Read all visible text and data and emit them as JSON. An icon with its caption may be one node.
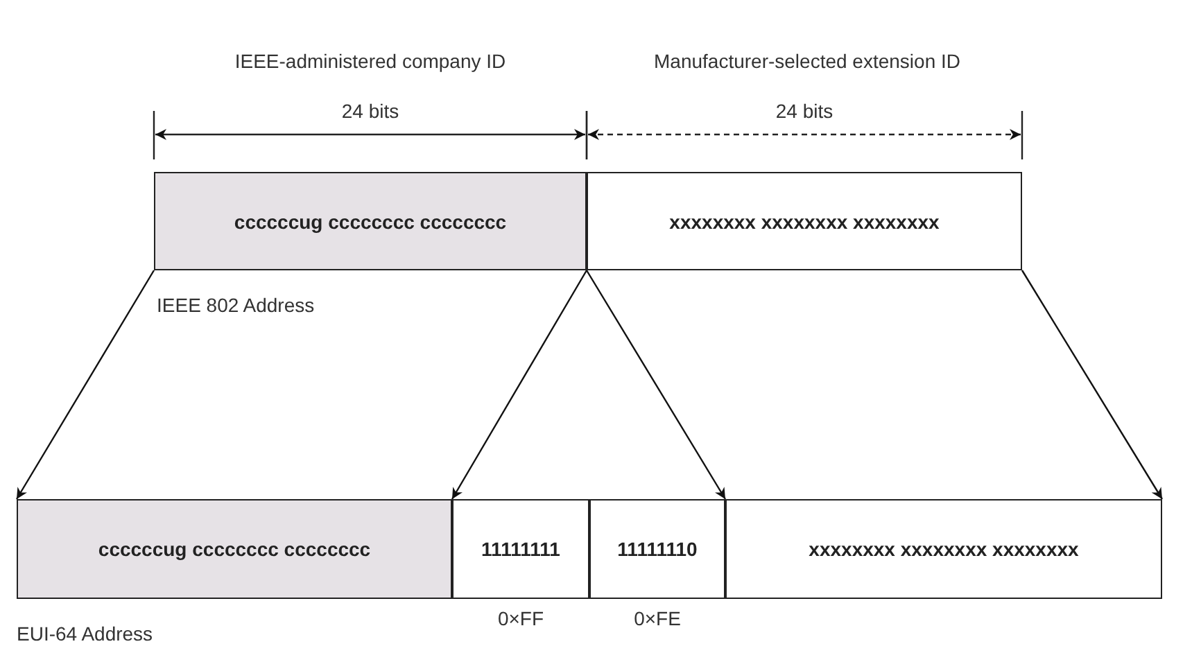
{
  "diagram": {
    "nodes": [
      {
        "text": [
          "ccccccug cccccccc cccccccc"
        ]
      },
      {
        "text": [
          "xxxxxxxx xxxxxxxx xxxxxxxx"
        ]
      },
      {
        "text": [
          "ccccccug cccccccc cccccccc"
        ]
      },
      {
        "text": [
          "11111111"
        ],
        "beside": [
          "0×FF"
        ]
      },
      {
        "text": [
          "11111110"
        ],
        "beside": [
          "0×FE"
        ]
      },
      {
        "text": [
          "xxxxxxxx xxxxxxxx xxxxxxxx"
        ]
      }
    ],
    "edges": [
      {
        "from": 0,
        "to": 2,
        "arrow": "to"
      },
      {
        "from": 0,
        "to": 3,
        "arrow": "to"
      },
      {
        "from": 1,
        "to": 4,
        "arrow": "to"
      },
      {
        "from": 1,
        "to": 5,
        "arrow": "to"
      }
    ],
    "labels": [
      "IEEE-administered company ID",
      "Manufacturer-selected extension ID",
      "24 bits",
      "24 bits",
      "IEEE 802 Address",
      "EUI-64 Address"
    ]
  }
}
